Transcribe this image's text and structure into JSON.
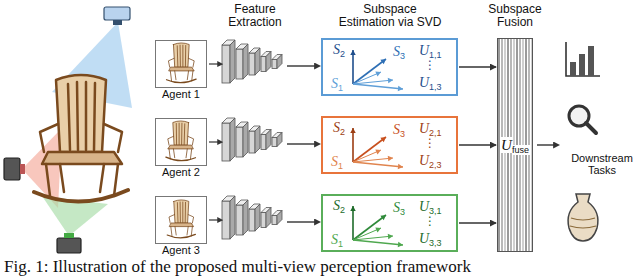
{
  "diagram": {
    "caption": "Fig. 1: Illustration of the proposed multi-view perception framework",
    "nodes": [
      {
        "text": [
          "Agent 1"
        ]
      },
      {
        "text": [
          "Agent 2"
        ]
      },
      {
        "text": [
          "Agent 3"
        ]
      },
      {
        "text": [
          "S",
          "2",
          "S",
          "3",
          "S",
          "1",
          "U",
          "1,1",
          "⋮",
          "U",
          "1,3"
        ]
      },
      {
        "text": [
          "S",
          "2",
          "S",
          "3",
          "S",
          "1",
          "U",
          "2,1",
          "⋮",
          "U",
          "2,3"
        ]
      },
      {
        "text": [
          "S",
          "2",
          "S",
          "3",
          "S",
          "1",
          "U",
          "3,1",
          "⋮",
          "U",
          "3,3"
        ]
      },
      {
        "text": [
          "U",
          "fuse"
        ]
      }
    ],
    "edges": [
      {
        "from": 3,
        "to": 6,
        "arrow": "to"
      },
      {
        "from": 4,
        "to": 6,
        "arrow": "to"
      },
      {
        "from": 5,
        "to": 6,
        "arrow": "to"
      }
    ],
    "labels": [
      "Feature Extraction",
      "Subspace Estimation via SVD",
      "Subspace Fusion",
      "Downstream Tasks"
    ]
  }
}
